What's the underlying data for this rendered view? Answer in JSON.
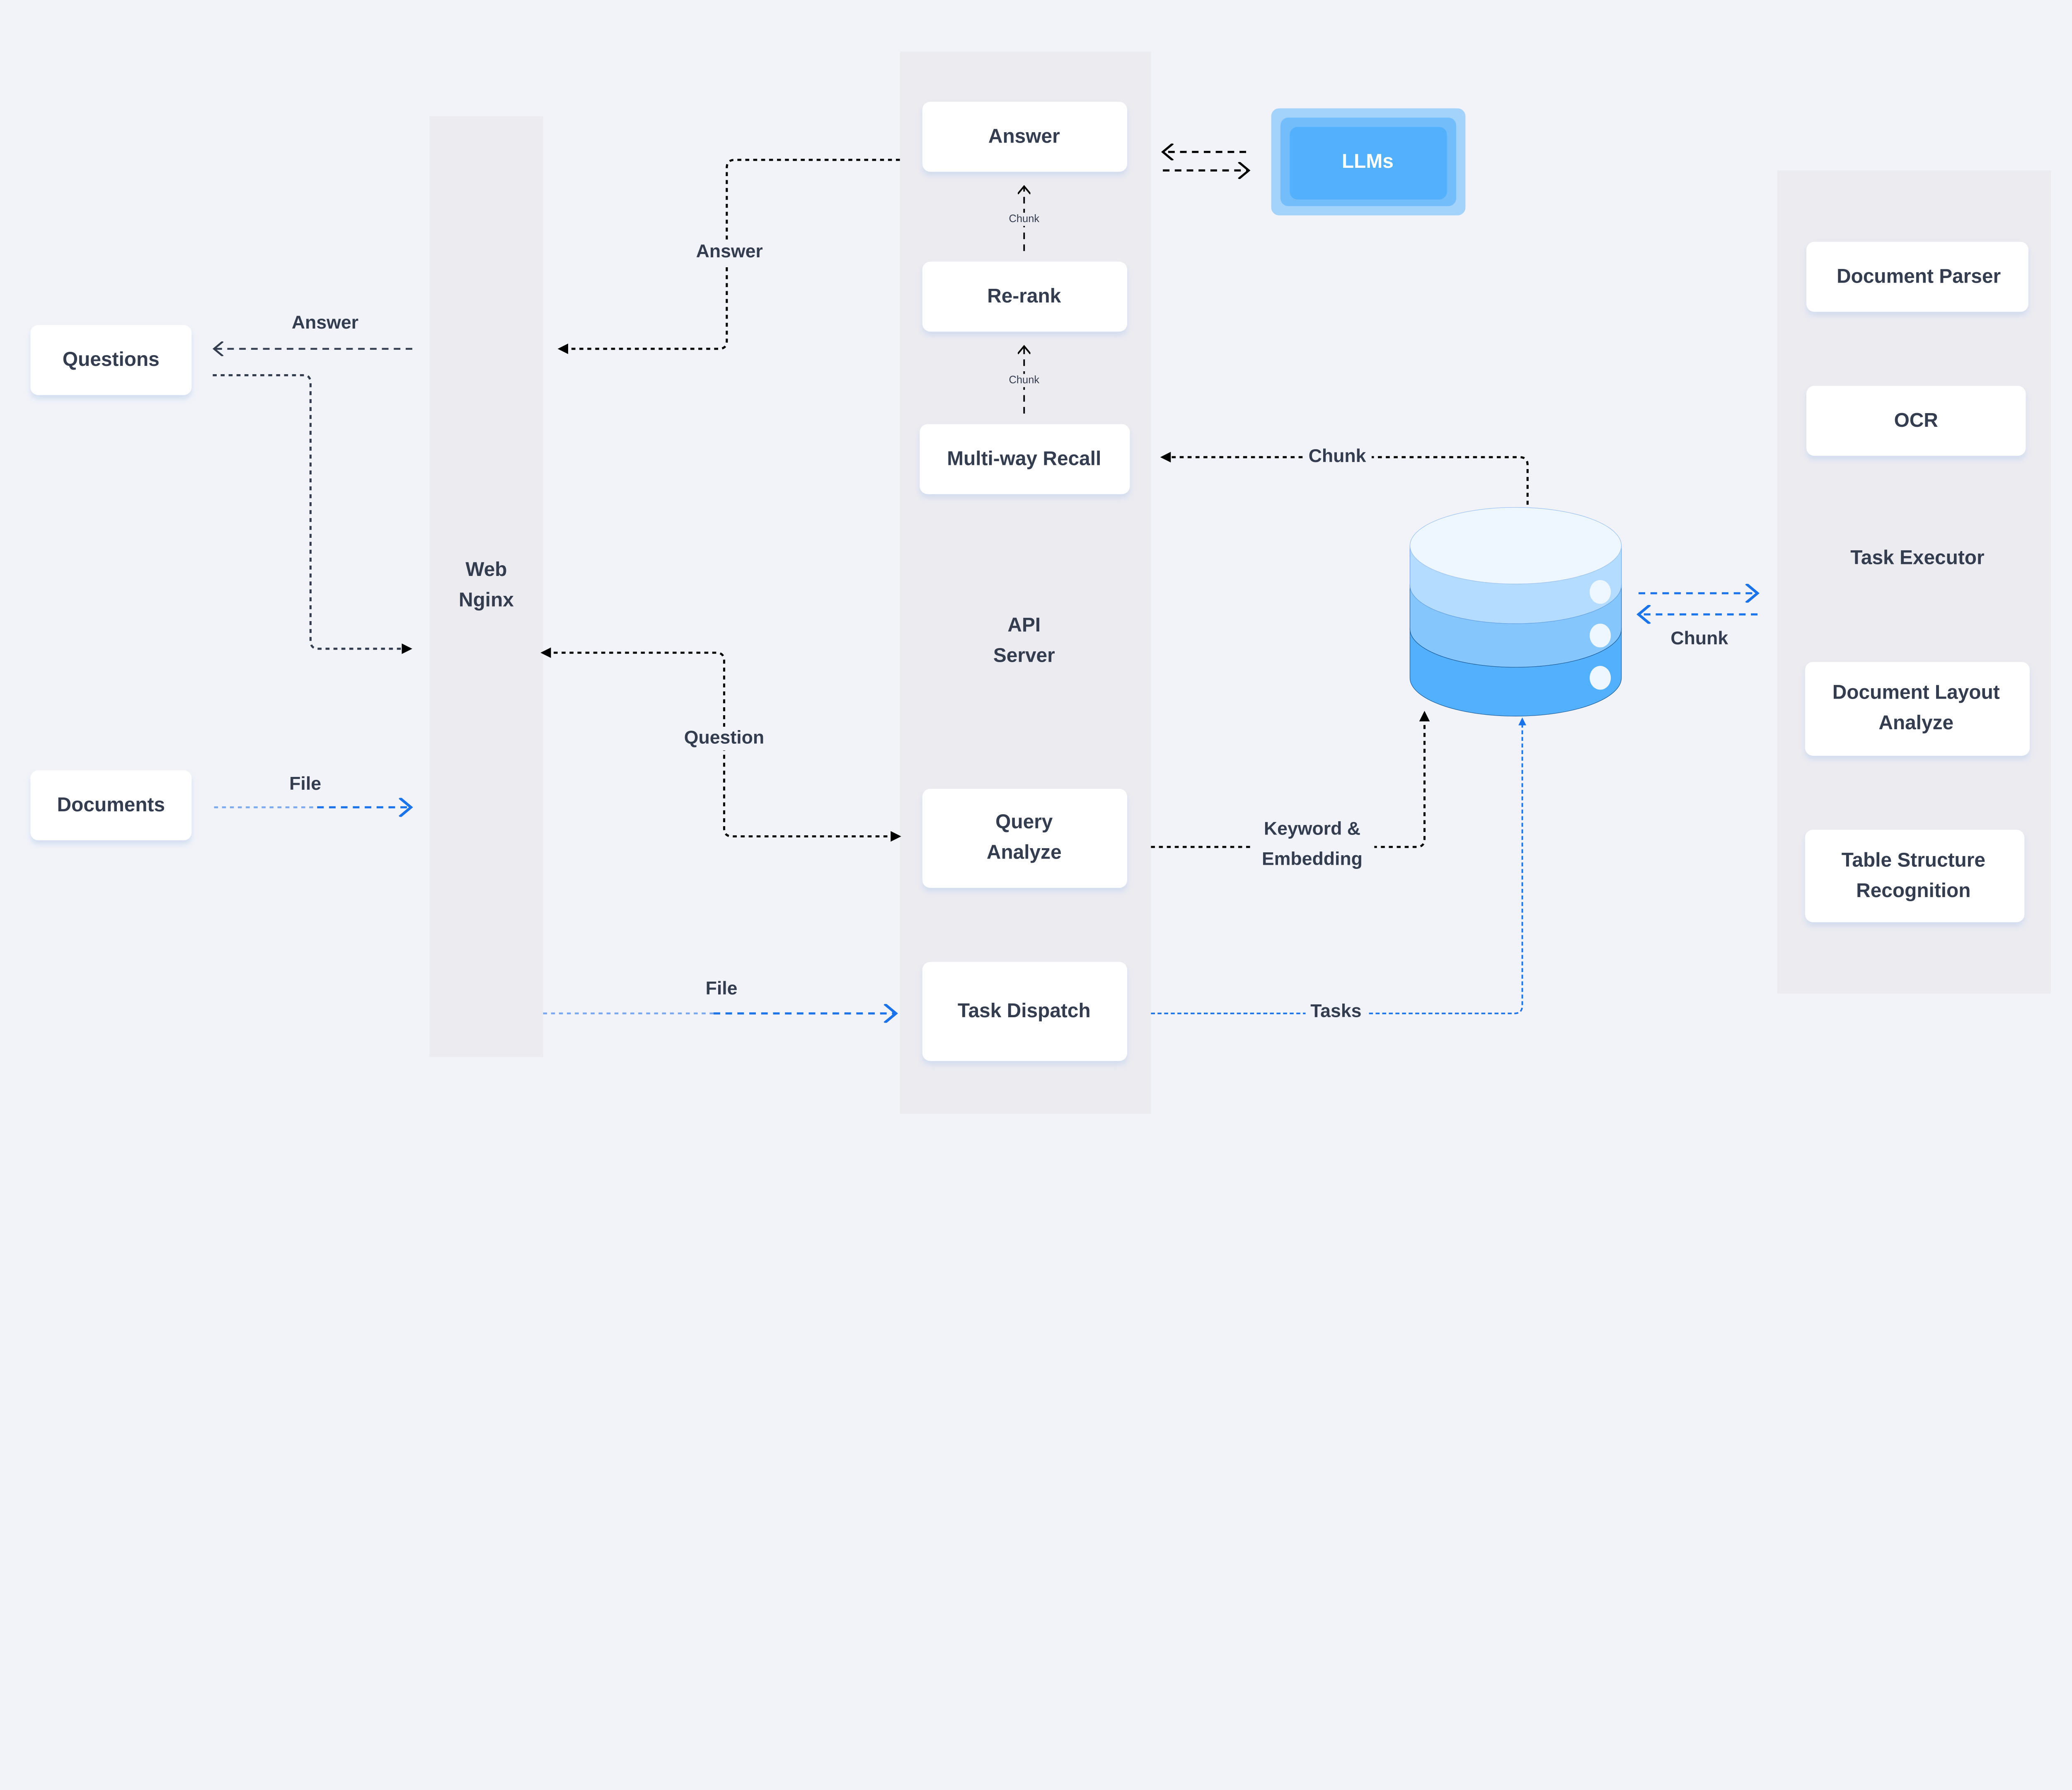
{
  "colors": {
    "background": "#f1f3f8",
    "column": "#ebebf0",
    "text": "#333d4f",
    "accent": "#1a73e8",
    "llm_outer": "#a3d2fb",
    "llm_mid": "#74bdfb",
    "llm_inner": "#53b0fd"
  },
  "clients": {
    "questions": "Questions",
    "documents": "Documents"
  },
  "web": {
    "line1": "Web",
    "line2": "Nginx"
  },
  "api": {
    "line1": "API",
    "line2": "Server",
    "answer": "Answer",
    "rerank": "Re-rank",
    "recall": "Multi-way Recall",
    "query_line1": "Query",
    "query_line2": "Analyze",
    "dispatch": "Task Dispatch"
  },
  "llms": "LLMs",
  "database_icon": "database-icon",
  "task_executor": {
    "title": "Task Executor",
    "parser": "Document Parser",
    "ocr": "OCR",
    "layout_line1": "Document Layout",
    "layout_line2": "Analyze",
    "table_line1": "Table Structure",
    "table_line2": "Recognition"
  },
  "edges": {
    "answer_to_questions": "Answer",
    "answer_to_web": "Answer",
    "file_docs": "File",
    "question": "Question",
    "file_dispatch": "File",
    "chunk_small_1": "Chunk",
    "chunk_small_2": "Chunk",
    "chunk_db": "Chunk",
    "chunk_executor": "Chunk",
    "keyword_line1": "Keyword &",
    "keyword_line2": "Embedding",
    "tasks": "Tasks"
  }
}
